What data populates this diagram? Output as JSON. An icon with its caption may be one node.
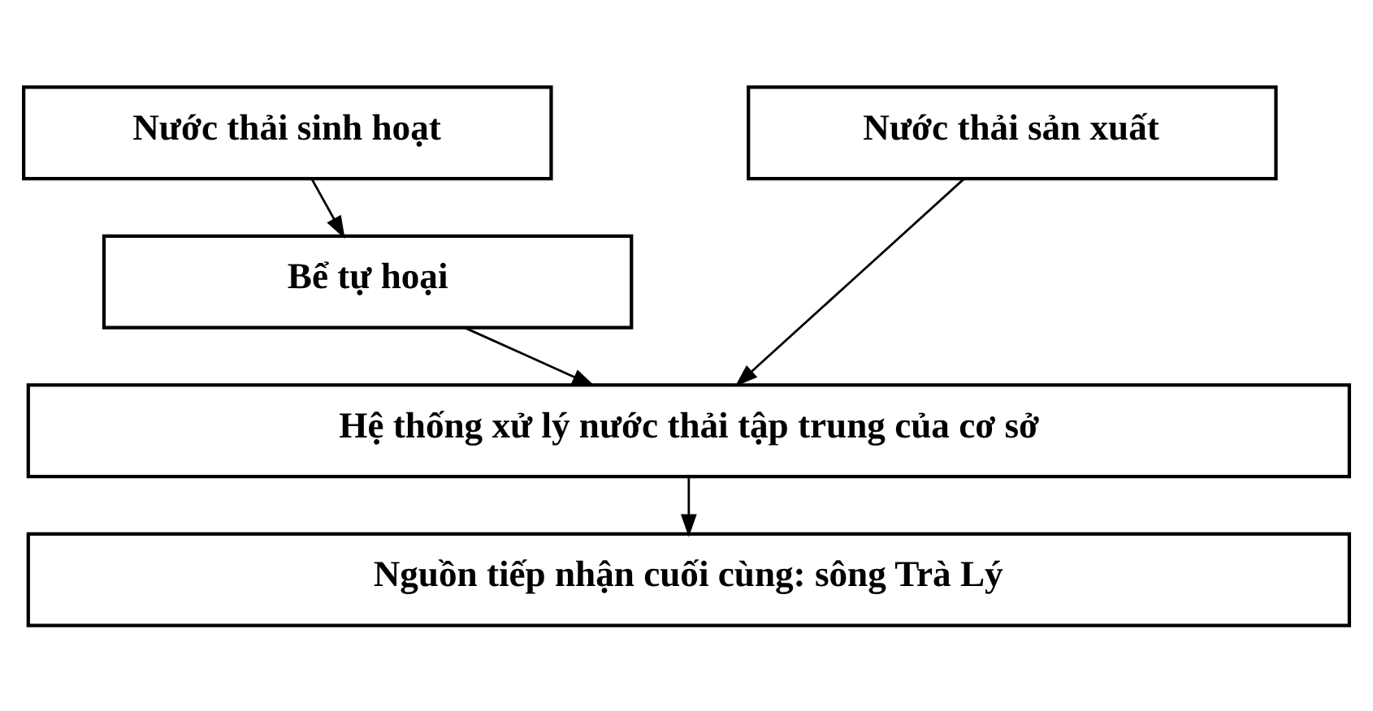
{
  "diagram": {
    "nodes": [
      {
        "text": [
          "Nước thải sinh hoạt"
        ]
      },
      {
        "text": [
          "Nước thải sản xuất"
        ]
      },
      {
        "text": [
          "Bể tự hoại"
        ]
      },
      {
        "text": [
          "Hệ thống xử lý nước thải tập trung của cơ sở"
        ]
      },
      {
        "text": [
          "Nguồn tiếp nhận cuối cùng: sông Trà Lý"
        ]
      }
    ],
    "edges": [
      {
        "from": 0,
        "to": 2,
        "arrow": "to"
      },
      {
        "from": 2,
        "to": 3,
        "arrow": "to"
      },
      {
        "from": 1,
        "to": 3,
        "arrow": "to"
      },
      {
        "from": 3,
        "to": 4,
        "arrow": "to"
      }
    ]
  }
}
